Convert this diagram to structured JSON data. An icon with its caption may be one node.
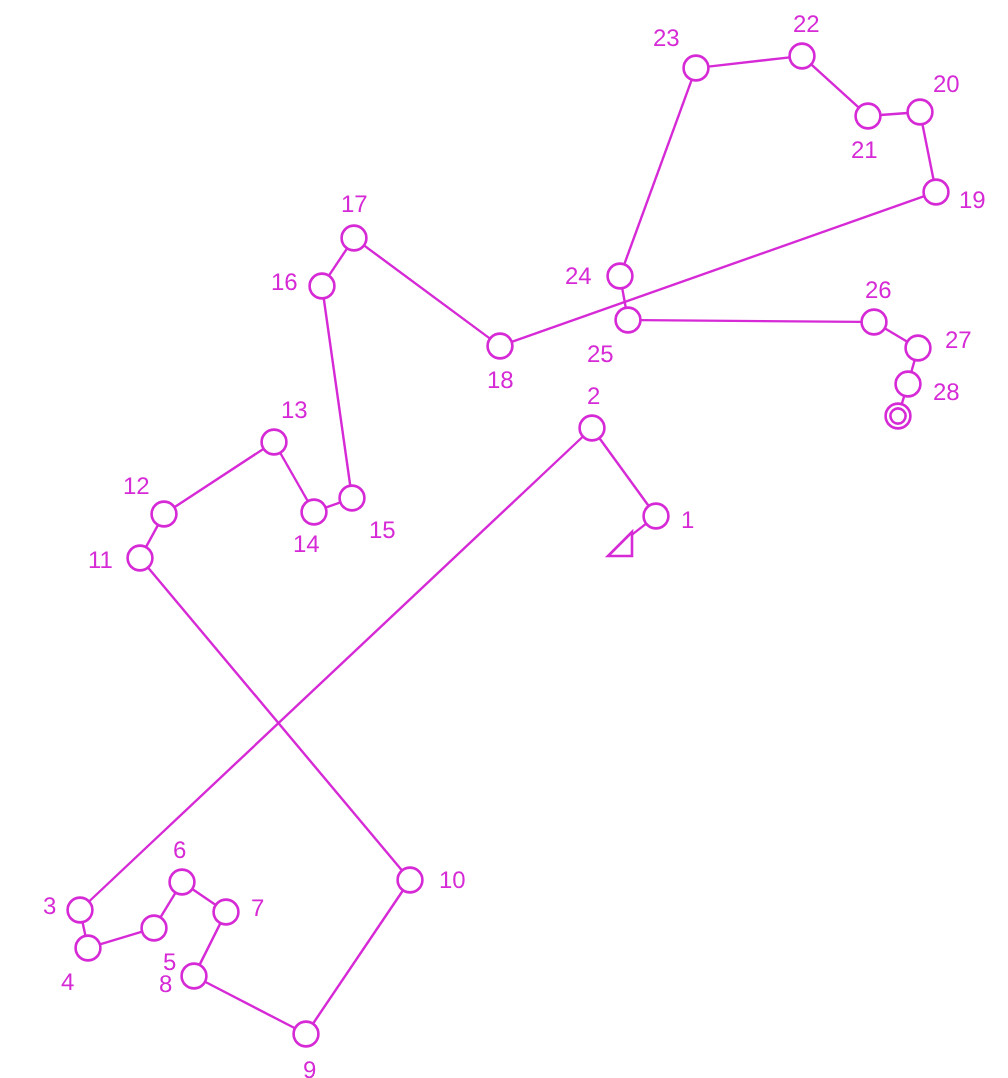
{
  "diagram": {
    "nodes": [
      {
        "text": [],
        "shape": "triangle"
      },
      {
        "text": [],
        "shape": "circle",
        "beside": [
          "1"
        ]
      },
      {
        "text": [],
        "shape": "circle",
        "beside": [
          "2"
        ]
      },
      {
        "text": [],
        "shape": "circle",
        "beside": [
          "3"
        ]
      },
      {
        "text": [],
        "shape": "circle",
        "beside": [
          "4"
        ]
      },
      {
        "text": [],
        "shape": "circle",
        "beside": [
          "5"
        ]
      },
      {
        "text": [],
        "shape": "circle",
        "beside": [
          "6"
        ]
      },
      {
        "text": [],
        "shape": "circle",
        "beside": [
          "7"
        ]
      },
      {
        "text": [],
        "shape": "circle",
        "beside": [
          "8"
        ]
      },
      {
        "text": [],
        "shape": "circle",
        "beside": [
          "9"
        ]
      },
      {
        "text": [],
        "shape": "circle",
        "beside": [
          "10"
        ]
      },
      {
        "text": [],
        "shape": "circle",
        "beside": [
          "11"
        ]
      },
      {
        "text": [],
        "shape": "circle",
        "beside": [
          "12"
        ]
      },
      {
        "text": [],
        "shape": "circle",
        "beside": [
          "13"
        ]
      },
      {
        "text": [],
        "shape": "circle",
        "beside": [
          "14"
        ]
      },
      {
        "text": [],
        "shape": "circle",
        "beside": [
          "15"
        ]
      },
      {
        "text": [],
        "shape": "circle",
        "beside": [
          "16"
        ]
      },
      {
        "text": [],
        "shape": "circle",
        "beside": [
          "17"
        ]
      },
      {
        "text": [],
        "shape": "circle",
        "beside": [
          "18"
        ]
      },
      {
        "text": [],
        "shape": "circle",
        "beside": [
          "19"
        ]
      },
      {
        "text": [],
        "shape": "circle",
        "beside": [
          "20"
        ]
      },
      {
        "text": [],
        "shape": "circle",
        "beside": [
          "21"
        ]
      },
      {
        "text": [],
        "shape": "circle",
        "beside": [
          "22"
        ]
      },
      {
        "text": [],
        "shape": "circle",
        "beside": [
          "23"
        ]
      },
      {
        "text": [],
        "shape": "circle",
        "beside": [
          "24"
        ]
      },
      {
        "text": [],
        "shape": "circle",
        "beside": [
          "25"
        ]
      },
      {
        "text": [],
        "shape": "circle",
        "beside": [
          "26"
        ]
      },
      {
        "text": [],
        "shape": "circle",
        "beside": [
          "27"
        ]
      },
      {
        "text": [],
        "shape": "circle",
        "beside": [
          "28"
        ]
      },
      {
        "text": [],
        "shape": "target"
      }
    ],
    "edges": [
      {
        "from": 0,
        "to": 1,
        "arrow": "none"
      },
      {
        "from": 1,
        "to": 2,
        "arrow": "none"
      },
      {
        "from": 2,
        "to": 3,
        "arrow": "none"
      },
      {
        "from": 3,
        "to": 4,
        "arrow": "none"
      },
      {
        "from": 4,
        "to": 5,
        "arrow": "none"
      },
      {
        "from": 5,
        "to": 6,
        "arrow": "none"
      },
      {
        "from": 6,
        "to": 7,
        "arrow": "none"
      },
      {
        "from": 7,
        "to": 8,
        "arrow": "none"
      },
      {
        "from": 8,
        "to": 9,
        "arrow": "none"
      },
      {
        "from": 9,
        "to": 10,
        "arrow": "none"
      },
      {
        "from": 10,
        "to": 11,
        "arrow": "none"
      },
      {
        "from": 11,
        "to": 12,
        "arrow": "none"
      },
      {
        "from": 12,
        "to": 13,
        "arrow": "none"
      },
      {
        "from": 13,
        "to": 14,
        "arrow": "none"
      },
      {
        "from": 14,
        "to": 15,
        "arrow": "none"
      },
      {
        "from": 15,
        "to": 16,
        "arrow": "none"
      },
      {
        "from": 16,
        "to": 17,
        "arrow": "none"
      },
      {
        "from": 17,
        "to": 18,
        "arrow": "none"
      },
      {
        "from": 18,
        "to": 19,
        "arrow": "none"
      },
      {
        "from": 19,
        "to": 20,
        "arrow": "none"
      },
      {
        "from": 20,
        "to": 21,
        "arrow": "none"
      },
      {
        "from": 21,
        "to": 22,
        "arrow": "none"
      },
      {
        "from": 22,
        "to": 23,
        "arrow": "none"
      },
      {
        "from": 23,
        "to": 24,
        "arrow": "none"
      },
      {
        "from": 24,
        "to": 25,
        "arrow": "none"
      },
      {
        "from": 25,
        "to": 26,
        "arrow": "none"
      },
      {
        "from": 26,
        "to": 27,
        "arrow": "none"
      },
      {
        "from": 27,
        "to": 28,
        "arrow": "none"
      },
      {
        "from": 28,
        "to": 29,
        "arrow": "none"
      }
    ]
  }
}
